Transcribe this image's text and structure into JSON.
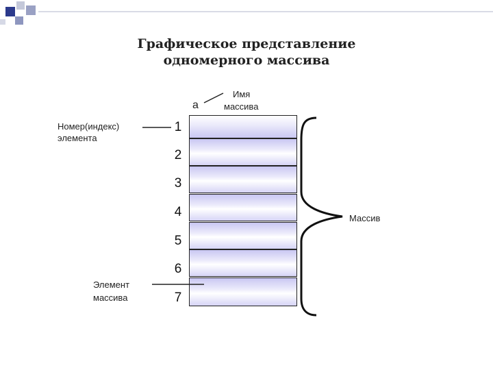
{
  "slide": {
    "title_line1": "Графическое представление",
    "title_line2": "одномерного массива"
  },
  "diagram": {
    "array_name": "a",
    "array_name_label_line1": "Имя",
    "array_name_label_line2": "массива",
    "index_label_line1": "Номер(индекс)",
    "index_label_line2": "элемента",
    "element_label_line1": "Элемент",
    "element_label_line2": "массива",
    "array_label": "Массив",
    "indices": [
      "1",
      "2",
      "3",
      "4",
      "5",
      "6",
      "7"
    ]
  },
  "colors": {
    "accent": "#3b4bb0",
    "cell_fill": "#c9c7f2"
  }
}
